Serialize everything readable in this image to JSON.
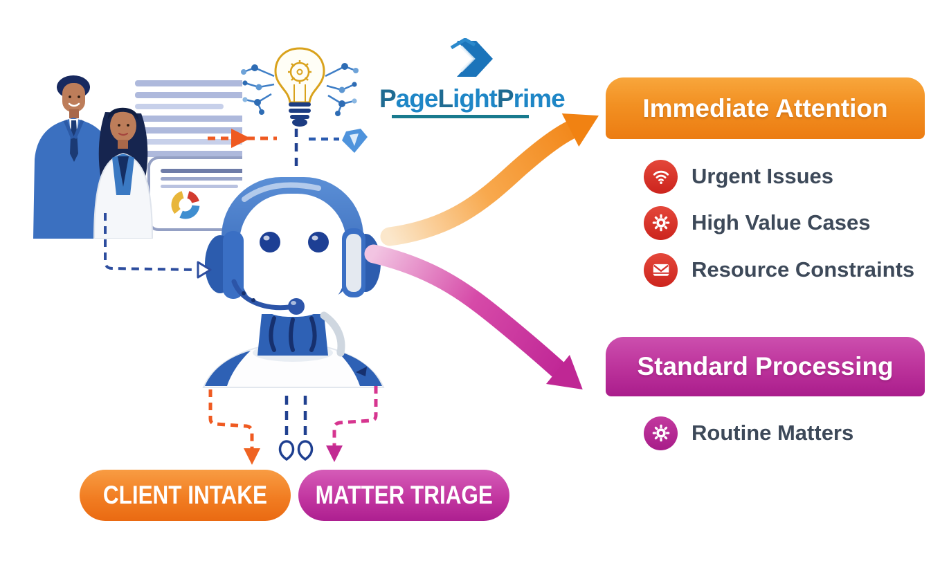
{
  "logo": {
    "segments": [
      {
        "text": "P"
      },
      {
        "text": "age"
      },
      {
        "text": "L"
      },
      {
        "text": "ight"
      },
      {
        "text": "P"
      },
      {
        "text": "rime"
      }
    ]
  },
  "panels": {
    "immediate": {
      "title": "Immediate Attention",
      "items": [
        {
          "label": "Urgent Issues",
          "icon": "wifi-icon"
        },
        {
          "label": "High Value Cases",
          "icon": "gear-icon"
        },
        {
          "label": "Resource Constraints",
          "icon": "envelope-icon"
        }
      ]
    },
    "standard": {
      "title": "Standard Processing",
      "items": [
        {
          "label": "Routine Matters",
          "icon": "gear-icon"
        }
      ]
    }
  },
  "buttons": {
    "client_intake": "CLIENT INTAKE",
    "matter_triage": "MATTER TRIAGE"
  },
  "colors": {
    "orange": "#ec7c12",
    "magenta": "#aa1d8c",
    "red_icon": "#d5302a",
    "text_dark": "#3d4959",
    "logo_cap_blue": "#1f6b92",
    "logo_lower_blue": "#1e86c6",
    "logo_teal": "#187a8e",
    "robot_blue": "#3a6fc4",
    "navy": "#1e3f90"
  }
}
